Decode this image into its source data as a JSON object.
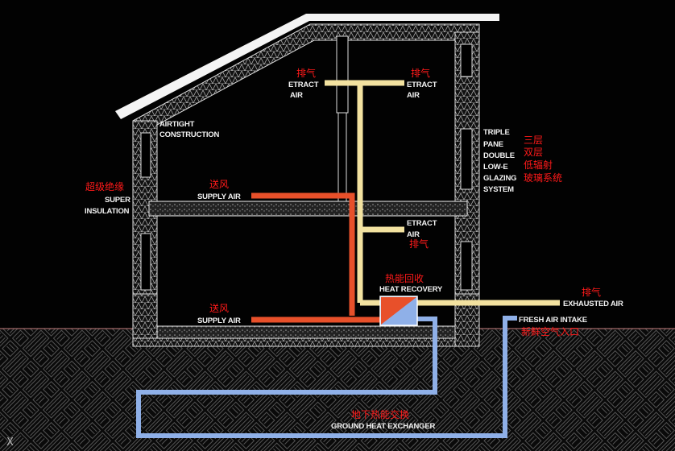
{
  "colors": {
    "supply": "#e8502a",
    "extract": "#f3e2a0",
    "fresh": "#8fb0e8",
    "label_cn": "#ff1a1a",
    "ground_line": "#c88080"
  },
  "labels": {
    "extract_top_left": {
      "cn": "排气",
      "en1": "ETRACT",
      "en2": "AIR"
    },
    "extract_top_right": {
      "cn": "排气",
      "en1": "ETRACT",
      "en2": "AIR"
    },
    "extract_mid": {
      "cn": "排气",
      "en1": "ETRACT",
      "en2": "AIR"
    },
    "airtight": {
      "en1": "AIRTIGHT",
      "en2": "CONSTRUCTION"
    },
    "triple_pane": {
      "en": [
        "TRIPLE",
        "PANE",
        "DOUBLE",
        "LOW-E",
        "GLAZING",
        "SYSTEM"
      ],
      "cn": [
        "三层",
        "双层",
        "低辐射",
        "玻璃系统"
      ]
    },
    "super_insulation": {
      "cn": "超级绝缘",
      "en1": "SUPER",
      "en2": "INSULATION"
    },
    "supply_upper": {
      "cn": "送风",
      "en": "SUPPLY AIR"
    },
    "supply_lower": {
      "cn": "送风",
      "en": "SUPPLY AIR"
    },
    "heat_recovery": {
      "cn": "热能回收",
      "en": "HEAT RECOVERY"
    },
    "exhausted": {
      "cn": "排气",
      "en": "EXHAUSTED AIR"
    },
    "fresh_air": {
      "en": "FRESH AIR INTAKE",
      "cn": "新鲜空气入口"
    },
    "ground_hx": {
      "cn": "地下热能交换",
      "en": "GROUND HEAT EXCHANGER"
    },
    "corner_mark": "X"
  }
}
